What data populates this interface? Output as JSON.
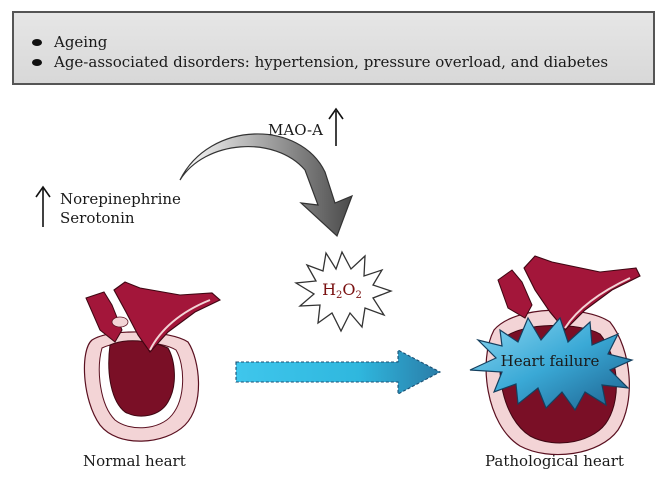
{
  "risk_factors": {
    "items": [
      "Ageing",
      "Age-associated disorders: hypertension, pressure overload, and diabetes"
    ]
  },
  "enzyme": {
    "label": "MAO-A",
    "trend": "increase"
  },
  "substrates": {
    "trend": "increase",
    "items": [
      "Norepinephrine",
      "Serotonin"
    ]
  },
  "product": {
    "base": "H",
    "sub1": "2",
    "mid": "O",
    "sub2": "2"
  },
  "outcome": {
    "label": "Heart failure"
  },
  "hearts": {
    "normal_label": "Normal heart",
    "pathological_label": "Pathological heart"
  },
  "colors": {
    "heart_dark": "#7a0f26",
    "heart_mid": "#a3163a",
    "heart_pale": "#f3d4d6",
    "arrow_cyan": "#3cc4e8",
    "burst_blue": "#3aa9d6"
  }
}
